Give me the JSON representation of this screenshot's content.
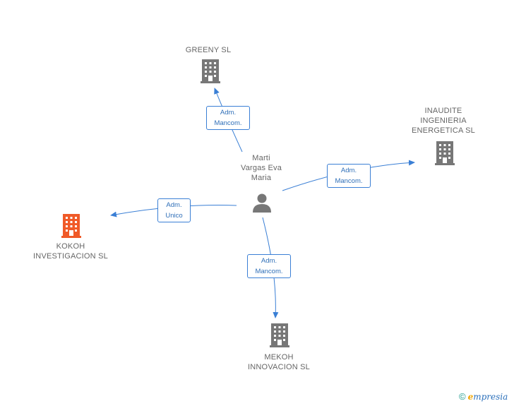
{
  "colors": {
    "edge": "#3a7fd5",
    "building_default": "#777777",
    "building_highlight": "#f05a28",
    "person": "#777777",
    "label_text": "#666666"
  },
  "nodes": {
    "person": {
      "label": "Marti\nVargas Eva\nMaria",
      "icon": "person-icon"
    },
    "greeny": {
      "label": "GREENY SL",
      "icon": "building-icon"
    },
    "inaudite": {
      "label": "INAUDITE\nINGENIERIA\nENERGETICA SL",
      "icon": "building-icon"
    },
    "kokoh": {
      "label": "KOKOH\nINVESTIGACION SL",
      "icon": "building-icon",
      "highlight": true
    },
    "mekoh": {
      "label": "MEKOH\nINNOVACION SL",
      "icon": "building-icon"
    }
  },
  "edges": {
    "greeny": {
      "label": "Adm.\nMancom."
    },
    "inaudite": {
      "label": "Adm.\nMancom."
    },
    "kokoh": {
      "label": "Adm.\nUnico"
    },
    "mekoh": {
      "label": "Adm.\nMancom."
    }
  },
  "footer": {
    "copyright": "©",
    "brand_initial": "e",
    "brand_rest": "mpresia"
  }
}
